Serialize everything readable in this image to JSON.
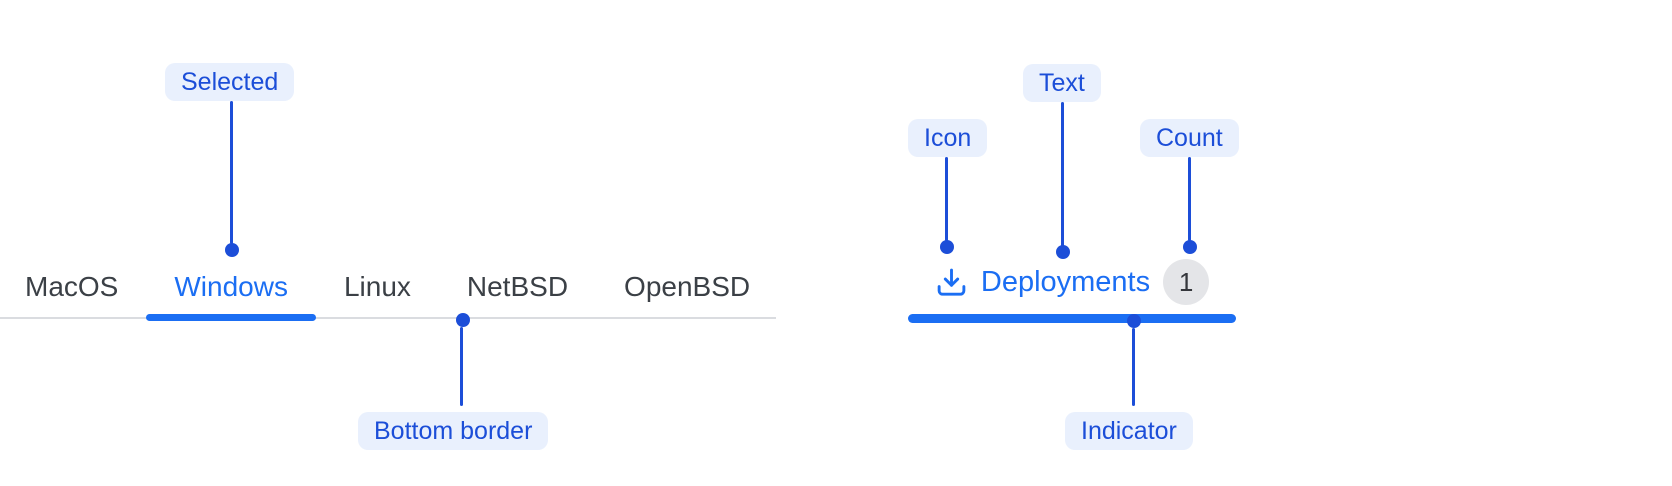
{
  "os_tabs": {
    "items": [
      {
        "label": "MacOS",
        "selected": false
      },
      {
        "label": "Windows",
        "selected": true
      },
      {
        "label": "Linux",
        "selected": false
      },
      {
        "label": "NetBSD",
        "selected": false
      },
      {
        "label": "OpenBSD",
        "selected": false
      }
    ]
  },
  "deployments_tab": {
    "icon": "download-icon",
    "label": "Deployments",
    "count": "1"
  },
  "annotations": {
    "selected": "Selected",
    "bottom_border": "Bottom border",
    "icon": "Icon",
    "text": "Text",
    "count": "Count",
    "indicator": "Indicator"
  },
  "colors": {
    "tab_accent_blue": "#1b6ef3",
    "annotation_blue": "#1c4ed8",
    "annotation_pill_bg": "#e9f0fd",
    "tabbar_border_gray": "#dadce0",
    "count_badge_bg": "#e4e5e8",
    "count_badge_text": "#35373c",
    "tab_text_gray": "#3b4046",
    "background": "#ffffff"
  }
}
